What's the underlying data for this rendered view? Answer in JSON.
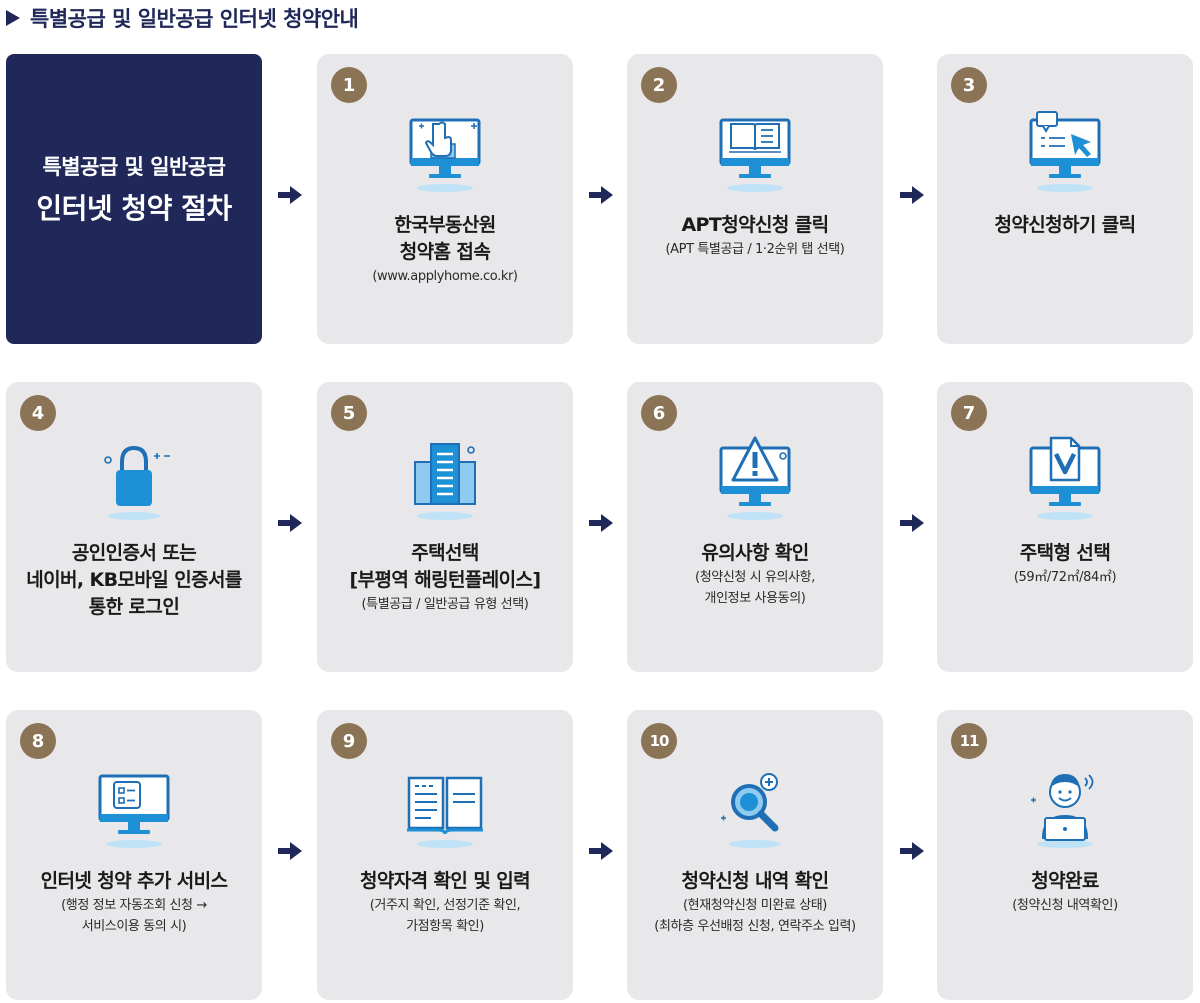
{
  "header": {
    "title": "특별공급 및 일반공급 인터넷 청약안내"
  },
  "intro": {
    "line1": "특별공급 및 일반공급",
    "line2": "인터넷 청약 절차"
  },
  "steps": [
    {
      "num": "1",
      "icon": "monitor-click-icon",
      "title": [
        "한국부동산원",
        "청약홈 접속"
      ],
      "sub": [
        "(www.applyhome.co.kr)"
      ]
    },
    {
      "num": "2",
      "icon": "monitor-book-icon",
      "title": [
        "APT청약신청 클릭"
      ],
      "sub": [
        "(APT 특별공급 / 1·2순위 탭 선택)"
      ]
    },
    {
      "num": "3",
      "icon": "monitor-cursor-icon",
      "title": [
        "청약신청하기 클릭"
      ],
      "sub": []
    },
    {
      "num": "4",
      "icon": "padlock-icon",
      "title": [
        "공인인증서 또는",
        "네이버, KB모바일 인증서를",
        "통한 로그인"
      ],
      "sub": []
    },
    {
      "num": "5",
      "icon": "building-icon",
      "title": [
        "주택선택",
        "[부평역 해링턴플레이스]"
      ],
      "sub": [
        "(특별공급 / 일반공급 유형 선택)"
      ]
    },
    {
      "num": "6",
      "icon": "monitor-warning-icon",
      "title": [
        "유의사항 확인"
      ],
      "sub": [
        "(청약신청 시 유의사항,",
        "개인정보 사용동의)"
      ]
    },
    {
      "num": "7",
      "icon": "monitor-check-icon",
      "title": [
        "주택형 선택"
      ],
      "sub": [
        "(59㎡/72㎡/84㎡)"
      ]
    },
    {
      "num": "8",
      "icon": "monitor-list-icon",
      "title": [
        "인터넷 청약 추가 서비스"
      ],
      "sub": [
        "(행정 정보 자동조회 신청 →",
        "서비스이용 동의 시)"
      ]
    },
    {
      "num": "9",
      "icon": "open-book-icon",
      "title": [
        "청약자격 확인 및 입력"
      ],
      "sub": [
        "(거주지 확인, 선정기준 확인,",
        "가점항목 확인)"
      ]
    },
    {
      "num": "10",
      "icon": "magnifier-icon",
      "title": [
        "청약신청 내역 확인"
      ],
      "sub": [
        "(현재청약신청 미완료 상태)",
        "(최하층 우선배정 신청, 연락주소 입력)"
      ]
    },
    {
      "num": "11",
      "icon": "person-laptop-icon",
      "title": [
        "청약완료"
      ],
      "sub": [
        "(청약신청 내역확인)"
      ]
    }
  ],
  "colors": {
    "navy": "#1f2858",
    "card": "#e8e8ea",
    "badge": "#8b7355",
    "icon_blue": "#1e90d6",
    "icon_light": "#8fcaf0",
    "arrow": "#1f2858"
  }
}
